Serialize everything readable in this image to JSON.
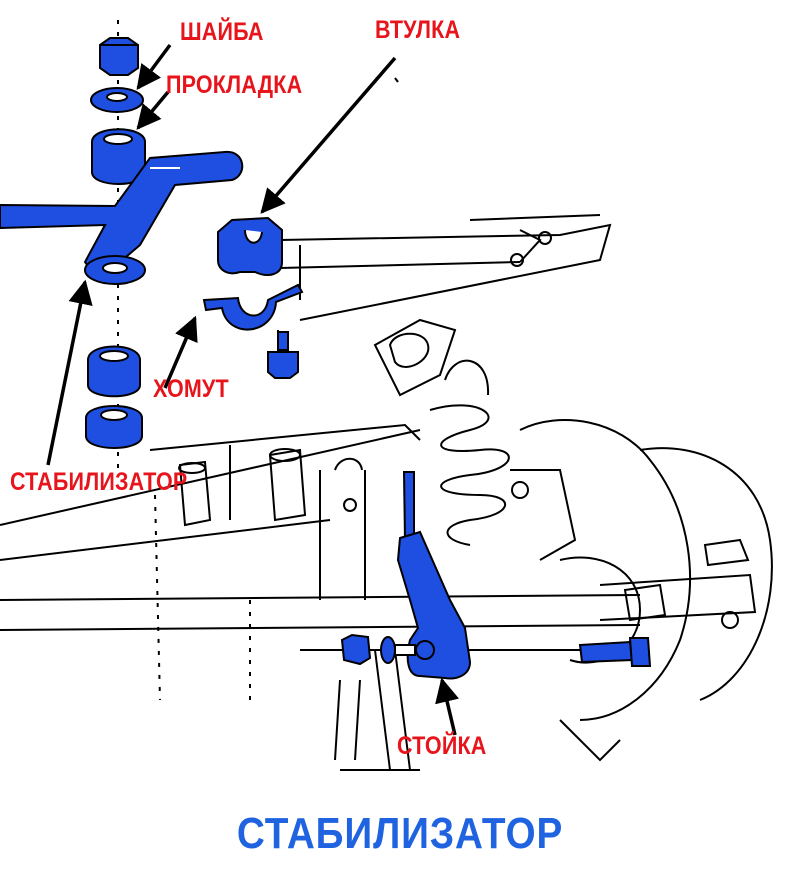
{
  "labels": {
    "washer": "ШАЙБА",
    "gasket": "ПРОКЛАДКА",
    "bushing": "ВТУЛКА",
    "clamp": "ХОМУТ",
    "stabilizer": "СТАБИЛИЗАТОР",
    "link": "СТОЙКА"
  },
  "caption": "СТАБИЛИЗАТОР",
  "colors": {
    "label_red": "#e8141b",
    "parts_blue": "#1f4fe0",
    "caption_blue": "#1f63e0",
    "line_black": "#000000"
  }
}
